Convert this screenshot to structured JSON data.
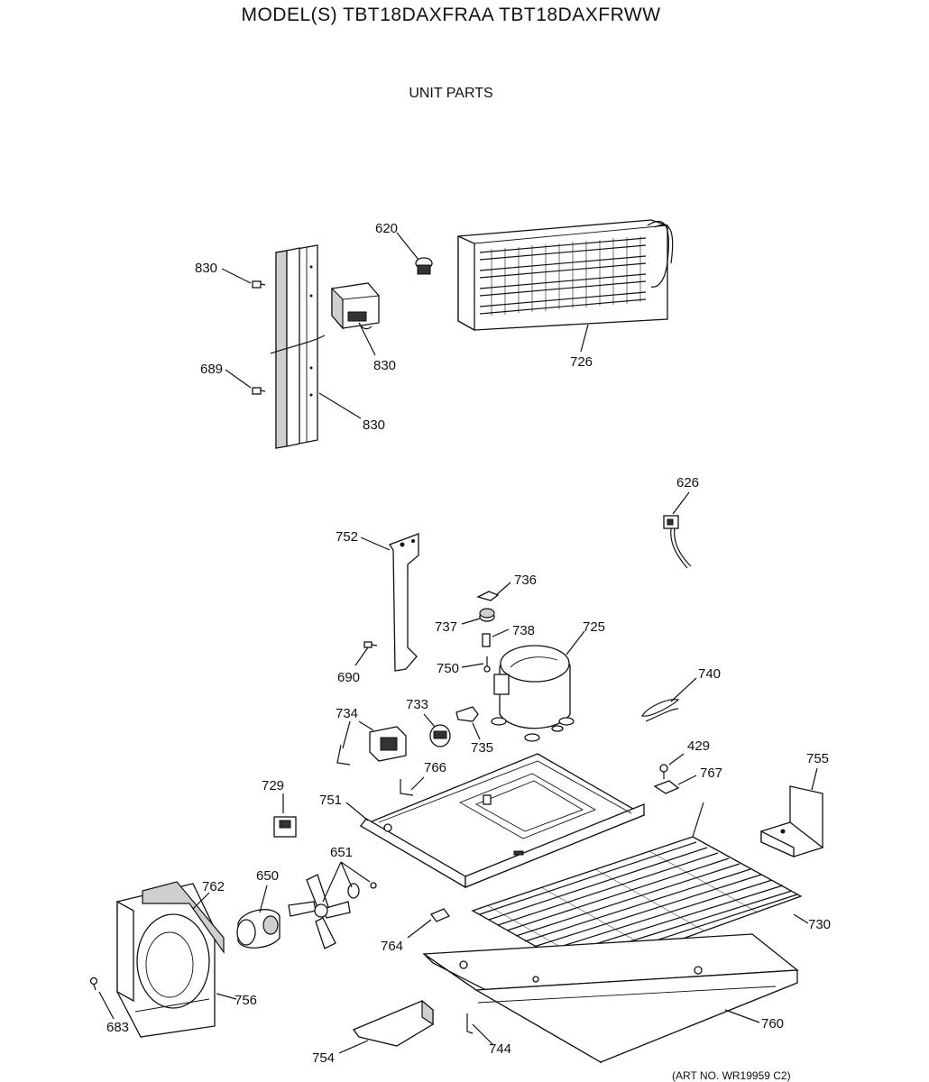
{
  "title": "MODEL(S) TBT18DAXFRAA  TBT18DAXFRWW",
  "subtitle": "UNIT PARTS",
  "footer": "(ART NO. WR19959 C2)",
  "callouts": [
    "830",
    "830",
    "830",
    "689",
    "620",
    "726",
    "626",
    "752",
    "736",
    "737",
    "738",
    "725",
    "690",
    "750",
    "740",
    "734",
    "733",
    "735",
    "429",
    "755",
    "729",
    "766",
    "767",
    "751",
    "651",
    "650",
    "762",
    "730",
    "764",
    "683",
    "756",
    "760",
    "754",
    "744"
  ]
}
